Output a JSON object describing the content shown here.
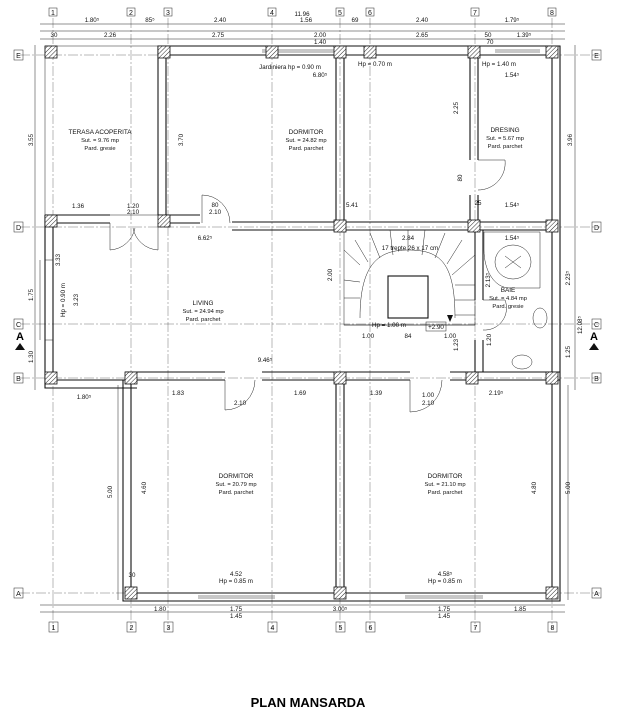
{
  "title": "PLAN MANSARDA",
  "axes_vertical": [
    "1",
    "2",
    "3",
    "4",
    "5",
    "6",
    "7",
    "8"
  ],
  "axes_horizontal": [
    "E",
    "D",
    "C",
    "B",
    "A"
  ],
  "section_mark": "A",
  "rooms": {
    "terasa": {
      "name": "TERASA ACOPERITA",
      "area": "Sut. = 9.76 mp",
      "floor": "Pard. gresie"
    },
    "dormitor_top": {
      "name": "DORMITOR",
      "area": "Sut. = 24.82 mp",
      "floor": "Pard. parchet"
    },
    "dresing": {
      "name": "DRESING",
      "area": "Sut. = 5.67 mp",
      "floor": "Pard. parchet"
    },
    "living": {
      "name": "LIVING",
      "area": "Sut. = 24.94 mp",
      "floor": "Pard. parchet"
    },
    "baie": {
      "name": "BAIE",
      "area": "Sut. = 4.84 mp",
      "floor": "Pard. gresie"
    },
    "dormitor_bl": {
      "name": "DORMITOR",
      "area": "Sut. = 20.79 mp",
      "floor": "Pard. parchet"
    },
    "dormitor_br": {
      "name": "DORMITOR",
      "area": "Sut. = 21.10 mp",
      "floor": "Pard. parchet"
    }
  },
  "annotations": {
    "jardiniera": "Jardiniera hp = 0.90 m",
    "hp070": "Hp = 0.70 m",
    "hp140": "Hp = 1.40 m",
    "hp090": "Hp = 0.90 m",
    "hp100": "Hp = 1.00 m",
    "hp085_left": "Hp = 0.85 m",
    "hp085_right": "Hp = 0.85 m",
    "stairs": "17 trepte 26 x 17 cm",
    "level": "+2.90"
  },
  "dims_top1": [
    "1.80⁵",
    "85⁵",
    "2.40",
    "1.56",
    "69",
    "2.40",
    "1.79⁵"
  ],
  "dims_total_top": "11.96",
  "dims_top2": [
    "30",
    "2.26",
    "2.75",
    "2.00",
    "2.65",
    "50",
    "1.39⁵"
  ],
  "dims_top3": [
    "1.40",
    "70"
  ],
  "dims_bottom1": [
    "1.80",
    "1.75",
    "3.00⁵",
    "1.75",
    "1.85"
  ],
  "dims_bottom2": [
    "1.45",
    "1.45"
  ],
  "dims_bottom_inner": [
    "4.52",
    "4.58⁵"
  ],
  "dims_misc": {
    "d680": "6.80⁵",
    "d154a": "1.54⁵",
    "d154b": "1.54⁵",
    "d154c": "1.54⁵",
    "d541": "5.41",
    "d662": "6.62⁵",
    "d946": "9.46⁵",
    "d284": "2.84",
    "d136": "1.36",
    "d120": "1.20",
    "d210a": "2.10",
    "d210b": "2.10",
    "d210c": "2.10",
    "d210d": "2.10",
    "d80a": "80",
    "d80b": "80",
    "d100a": "1.00",
    "d100b": "1.00",
    "d84": "84",
    "d100c": "1.00",
    "d183": "1.83",
    "d169": "1.69",
    "d139": "1.39",
    "d219": "2.19⁵",
    "d180": "1.80⁵",
    "d460": "4.60",
    "d480": "4.80",
    "d500a": "5.00",
    "d500b": "5.00",
    "d355": "3.55",
    "d396": "3.96",
    "d370": "3.70",
    "d225": "2.25",
    "d323": "3.23",
    "d223": "2.23⁵",
    "d1208": "12.08⁵",
    "d125": "1.25",
    "d175": "1.75",
    "d130": "1.30",
    "d200": "2.00",
    "d213": "2.13⁵",
    "d123": "1.23",
    "d120b": "1.20",
    "d333": "3.33",
    "d25": "25",
    "d30": "30"
  }
}
